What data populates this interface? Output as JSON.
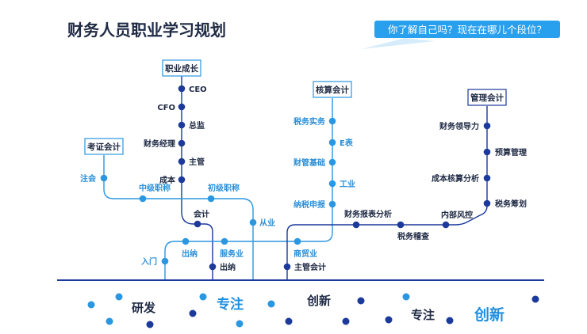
{
  "title": "财务人员职业学习规划",
  "question": "你了解自己吗？现在在哪儿个段位？",
  "colors": {
    "dark": "#1b3a9c",
    "light": "#2a97e0",
    "bubble": "#29a0ee",
    "text": "#1f2a44"
  },
  "boxes": {
    "career": "职业成长",
    "cert": "考证会计",
    "accounting": "核算会计",
    "management": "管理会计"
  },
  "career_line": [
    "CEO",
    "CFO",
    "总监",
    "财务经理",
    "主管",
    "成本",
    "会计",
    "出纳"
  ],
  "cert_line": [
    "注会",
    "中级职称",
    "初级职称",
    "从业"
  ],
  "accounting_line": [
    "税务实务",
    "E表",
    "财管基础",
    "工业",
    "纳税申报",
    "商贸业",
    "主管会计"
  ],
  "management_line": [
    "财务领导力",
    "预算管理",
    "成本核算分析",
    "税务筹划",
    "内部风控",
    "税务稽查",
    "财务报表分析"
  ],
  "entry_line": [
    "入门",
    "出纳",
    "服务业"
  ],
  "footer_words": [
    "研发",
    "专注",
    "创新",
    "专注",
    "创新"
  ]
}
